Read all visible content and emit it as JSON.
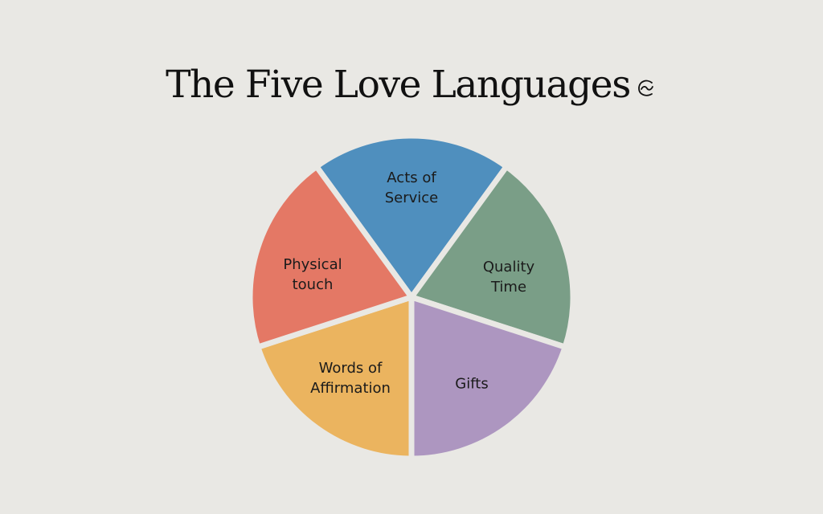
{
  "title": "The Five Love Languages",
  "title_icon": "swirl-icon",
  "background": "#e9e8e4",
  "chart_data": {
    "type": "pie",
    "title": "The Five Love Languages",
    "categories": [
      "Acts of Service",
      "Quality Time",
      "Gifts",
      "Words of Affirmation",
      "Physical touch"
    ],
    "values": [
      20,
      20,
      20,
      20,
      20
    ],
    "colors": [
      "#4f8fbe",
      "#7a9e87",
      "#ad96c0",
      "#ebb45f",
      "#e47865"
    ],
    "legend": "none",
    "labels_inside": true
  },
  "segments": [
    {
      "line1": "Acts of",
      "line2": "Service",
      "color": "#4f8fbe"
    },
    {
      "line1": "Quality",
      "line2": "Time",
      "color": "#7a9e87"
    },
    {
      "line1": "Gifts",
      "line2": "",
      "color": "#ad96c0"
    },
    {
      "line1": "Words of",
      "line2": "Affirmation",
      "color": "#ebb45f"
    },
    {
      "line1": "Physical",
      "line2": "touch",
      "color": "#e47865"
    }
  ]
}
